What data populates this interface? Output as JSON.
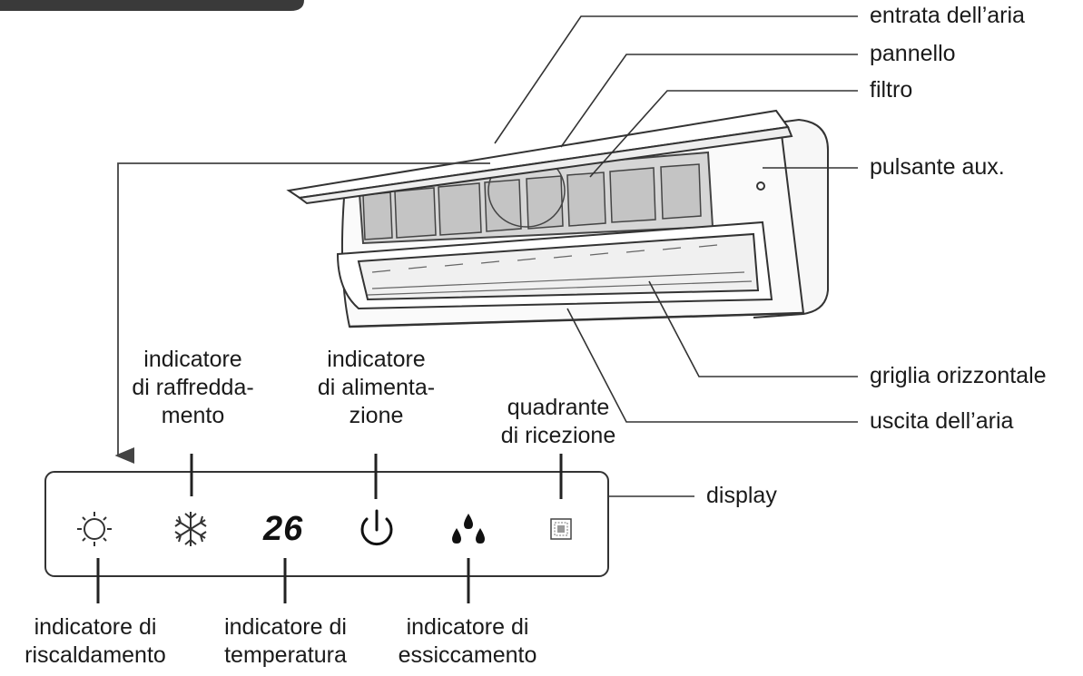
{
  "labels": {
    "air_inlet": "entrata dell’aria",
    "panel": "pannello",
    "filter": "filtro",
    "aux_button": "pulsante aux.",
    "horizontal_louver": "griglia orizzontale",
    "air_outlet": "uscita dell’aria",
    "display": "display",
    "cooling_indicator": [
      "indicatore",
      "di raffredda-",
      "mento"
    ],
    "power_indicator": [
      "indicatore",
      "di alimenta-",
      "zione"
    ],
    "receiver": [
      "quadrante",
      "di ricezione"
    ],
    "heating_indicator": [
      "indicatore di",
      "riscaldamento"
    ],
    "temperature_indicator": [
      "indicatore di",
      "temperatura"
    ],
    "drying_indicator": [
      "indicatore di",
      "essiccamento"
    ]
  },
  "display_panel": {
    "temperature_readout": "26",
    "icons": [
      "sun-icon",
      "snowflake-icon",
      "temperature-digits",
      "power-icon",
      "drops-icon",
      "receiver-icon"
    ]
  }
}
